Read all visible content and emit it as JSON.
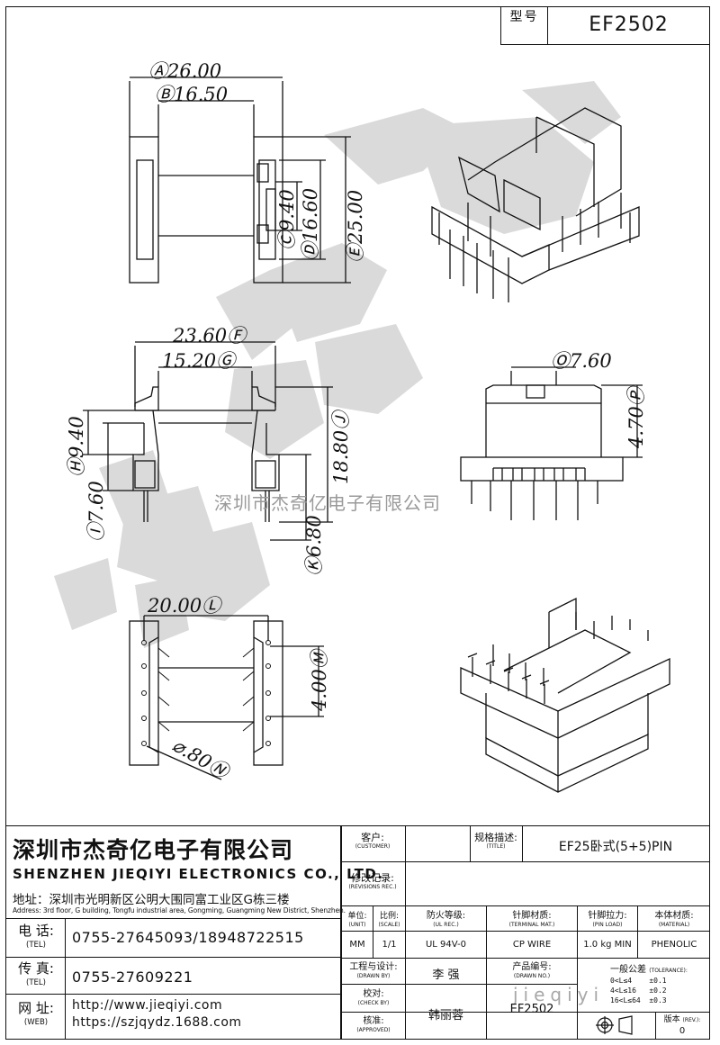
{
  "header": {
    "type_label": "型号",
    "model": "EF2502"
  },
  "dimensions": {
    "a": "Ⓐ26.00",
    "b": "Ⓑ16.50",
    "c": "Ⓒ9.40",
    "d": "Ⓓ16.60",
    "e": "Ⓔ25.00",
    "f": "23.60Ⓕ",
    "g": "15.20Ⓖ",
    "h": "Ⓗ9.40",
    "i": "Ⓘ7.60",
    "j": "18.80Ⓙ",
    "k": "Ⓚ6.80",
    "o": "Ⓞ7.60",
    "p": "4.70Ⓟ",
    "l": "20.00Ⓛ",
    "m": "4.00Ⓜ",
    "n": "⌀.80Ⓝ"
  },
  "watermark": {
    "text": "深圳市杰奇亿电子有限公司",
    "web": "jieqiyi"
  },
  "company": {
    "name_cn": "深圳市杰奇亿电子有限公司",
    "name_en": "SHENZHEN JIEQIYI ELECTRONICS CO., LTD.",
    "address_cn": "地址：深圳市光明新区公明大围同富工业区G栋三楼",
    "address_en": "Address: 3rd floor, G building, Tongfu industrial area, Gongming, Guangming New District, Shenzhen."
  },
  "contacts": {
    "tel_label": "电 话:",
    "tel_label_en": "(TEL)",
    "tel": "0755-27645093/18948722515",
    "fax_label": "传 真:",
    "fax_label_en": "(TEL)",
    "fax": "0755-27609221",
    "web_label": "网 址:",
    "web_label_en": "(WEB)",
    "web1": "http://www.jieqiyi.com",
    "web2": "https://szjqydz.1688.com"
  },
  "titleblock": {
    "customer_label": "客户:",
    "customer_en": "(CUSTOMER)",
    "title_label": "规格描述:",
    "title_en": "(TITLE)",
    "title_value": "EF25卧式(5+5)PIN",
    "revisions_label": "修改记录:",
    "revisions_en": "(REVISIONS REC.)",
    "unit_label": "单位:",
    "unit_en": "(UNIT)",
    "unit_value": "MM",
    "scale_label": "比例:",
    "scale_en": "(SCALE)",
    "scale_value": "1/1",
    "ul_label": "防火等级:",
    "ul_en": "(UL REC.)",
    "ul_value": "UL 94V-0",
    "term_label": "针脚材质:",
    "term_en": "(TERMINAL MAT.)",
    "term_value": "CP WIRE",
    "pinload_label": "针脚拉力:",
    "pinload_en": "(PIN LOAD)",
    "pinload_value": "1.0 kg MIN",
    "material_label": "本体材质:",
    "material_en": "(MATERIAL)",
    "material_value": "PHENOLIC",
    "drawn_label": "工程与设计:",
    "drawn_en": "(DRAWN BY)",
    "drawn_value": "李 强",
    "check_label": "校对:",
    "check_en": "(CHECK BY)",
    "approved_label": "核准:",
    "approved_en": "(APPROVED)",
    "approved_value": "韩丽蓉",
    "drawno_label": "产品编号:",
    "drawno_en": "(DRAWN NO.)",
    "drawno_value": "EF2502",
    "tol_label": "一般公差",
    "tol_en": "(TOLERANCE):",
    "tol_rows": [
      "0<L≤4    ±0.1",
      "4<L≤16   ±0.2",
      "16<L≤64  ±0.3"
    ],
    "rev_label": "版本",
    "rev_en": "(REV.):",
    "rev_value": "0"
  }
}
